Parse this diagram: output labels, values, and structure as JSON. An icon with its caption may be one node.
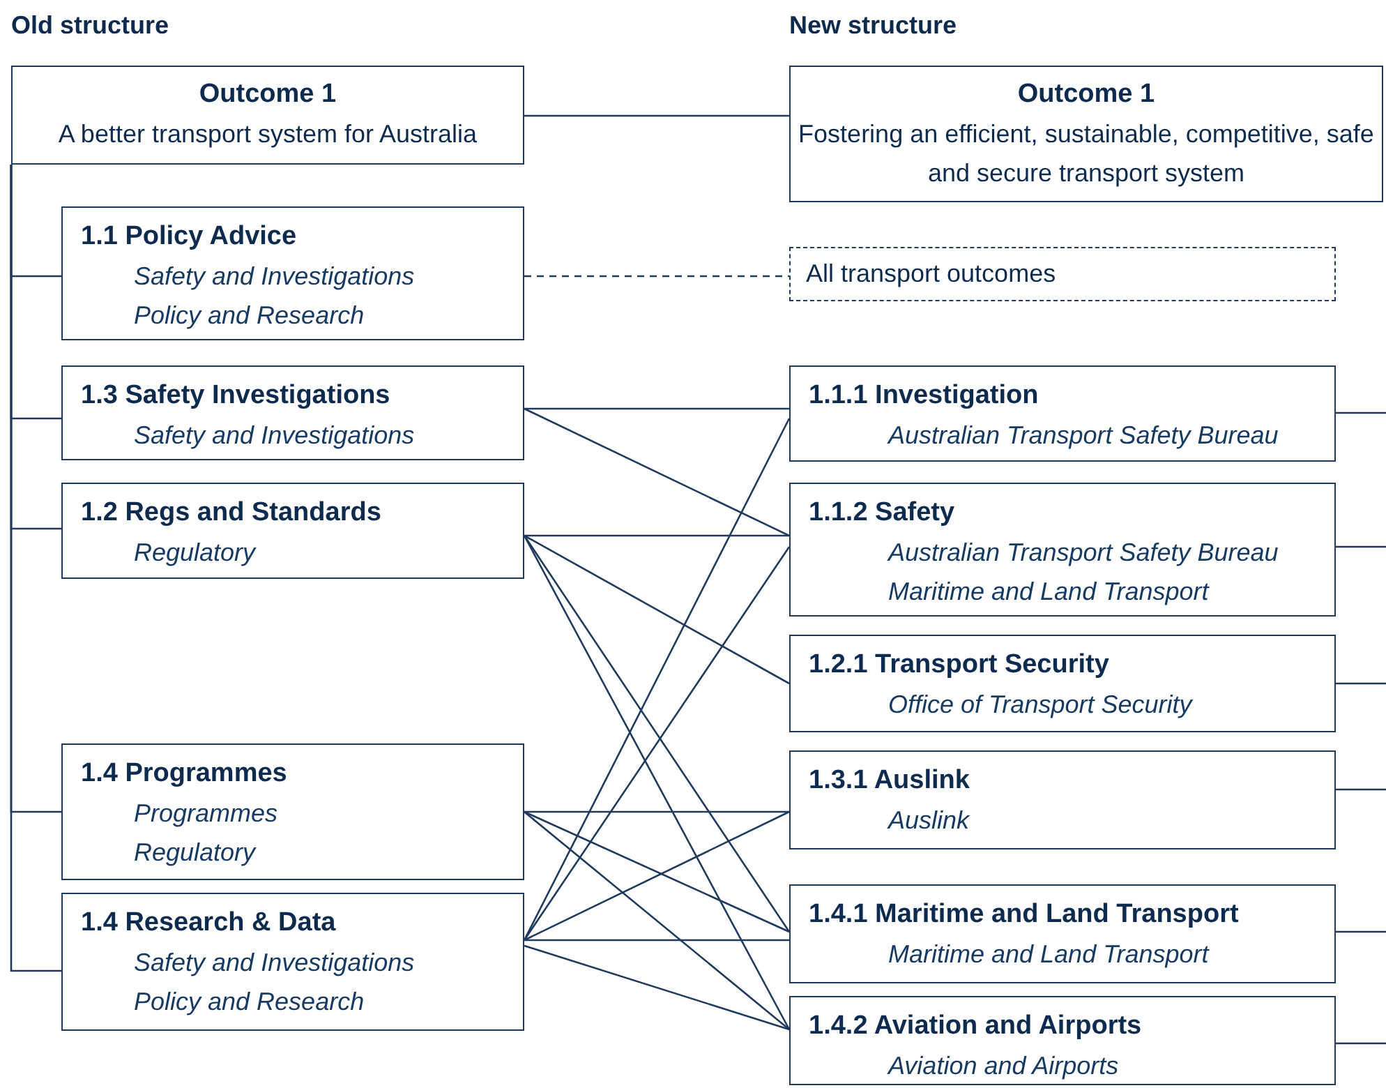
{
  "diagram": {
    "nodes": [
      {
        "text": [
          "Outcome 1",
          "A better transport system for Australia"
        ]
      },
      {
        "text": [
          "Outcome 1",
          "Fostering an efficient, sustainable, competitive, safe and secure transport system"
        ]
      },
      {
        "text": [
          "1.1 Policy Advice",
          "Safety and Investigations",
          "Policy and Research"
        ]
      },
      {
        "text": [
          "All transport outcomes"
        ]
      },
      {
        "text": [
          "1.3 Safety Investigations",
          "Safety and Investigations"
        ]
      },
      {
        "text": [
          "1.1.1 Investigation",
          "Australian Transport Safety Bureau"
        ]
      },
      {
        "text": [
          "1.2 Regs and Standards",
          "Regulatory"
        ]
      },
      {
        "text": [
          "1.1.2 Safety",
          "Australian Transport Safety Bureau",
          "Maritime and Land Transport"
        ]
      },
      {
        "text": [
          "1.2.1 Transport Security",
          "Office of Transport Security"
        ]
      },
      {
        "text": [
          "1.4 Programmes",
          "Programmes",
          "Regulatory"
        ]
      },
      {
        "text": [
          "1.3.1 Auslink",
          "Auslink"
        ]
      },
      {
        "text": [
          "1.4 Research & Data",
          "Safety and Investigations",
          "Policy and Research"
        ]
      },
      {
        "text": [
          "1.4.1 Maritime and Land Transport",
          "Maritime and Land Transport"
        ]
      },
      {
        "text": [
          "1.4.2 Aviation and Airports",
          "Aviation and Airports"
        ]
      }
    ],
    "edges": [
      {
        "from": 0,
        "to": 1,
        "arrow": "none"
      },
      {
        "from": 0,
        "to": 2,
        "arrow": "none"
      },
      {
        "from": 0,
        "to": 4,
        "arrow": "none"
      },
      {
        "from": 0,
        "to": 6,
        "arrow": "none"
      },
      {
        "from": 0,
        "to": 9,
        "arrow": "none"
      },
      {
        "from": 0,
        "to": 11,
        "arrow": "none"
      },
      {
        "from": 2,
        "to": 3,
        "arrow": "none",
        "style": "dashed"
      },
      {
        "from": 4,
        "to": 5,
        "arrow": "none"
      },
      {
        "from": 4,
        "to": 7,
        "arrow": "none"
      },
      {
        "from": 6,
        "to": 7,
        "arrow": "none"
      },
      {
        "from": 6,
        "to": 8,
        "arrow": "none"
      },
      {
        "from": 6,
        "to": 12,
        "arrow": "none"
      },
      {
        "from": 6,
        "to": 13,
        "arrow": "none"
      },
      {
        "from": 9,
        "to": 10,
        "arrow": "none"
      },
      {
        "from": 9,
        "to": 12,
        "arrow": "none"
      },
      {
        "from": 9,
        "to": 13,
        "arrow": "none"
      },
      {
        "from": 11,
        "to": 5,
        "arrow": "none"
      },
      {
        "from": 11,
        "to": 7,
        "arrow": "none"
      },
      {
        "from": 11,
        "to": 10,
        "arrow": "none"
      },
      {
        "from": 11,
        "to": 12,
        "arrow": "none"
      },
      {
        "from": 11,
        "to": 13,
        "arrow": "none"
      },
      {
        "from": 5,
        "to": null,
        "arrow": "none"
      },
      {
        "from": 7,
        "to": null,
        "arrow": "none"
      },
      {
        "from": 8,
        "to": null,
        "arrow": "none"
      },
      {
        "from": 10,
        "to": null,
        "arrow": "none"
      },
      {
        "from": 12,
        "to": null,
        "arrow": "none"
      },
      {
        "from": 13,
        "to": null,
        "arrow": "none"
      }
    ],
    "labels": [
      "Old structure",
      "New structure"
    ]
  }
}
